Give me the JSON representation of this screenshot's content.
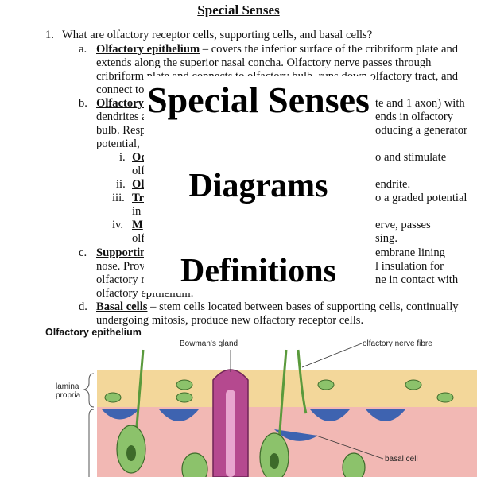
{
  "document": {
    "title": "Special Senses",
    "q1": {
      "num": "1.",
      "text": "What are olfactory receptor cells, supporting cells, and basal cells?"
    },
    "a": {
      "marker": "a.",
      "term": "Olfactory epithelium",
      "l1": " – covers the inferior surface of the cribriform plate and",
      "l2": "extends along the superior nasal concha. Olfactory nerve passes through",
      "l3": "cribriform plate and connects to olfactory bulb, runs down olfactory tract, and",
      "l4": "connect to"
    },
    "b": {
      "marker": "b.",
      "term": "Olfactory",
      "l1r": "te and 1 axon) with",
      "l2": "dendrites a",
      "l2r": "ends in olfactory",
      "l3": "bulb. Resp",
      "l3r": "oducing a generator",
      "l4": "potential,"
    },
    "sub": {
      "i_marker": "i.",
      "i_term": "Od",
      "i_r": "o and stimulate",
      "i_l2": "olf",
      "ii_marker": "ii.",
      "ii_term": "Ol",
      "ii_r": "endrite.",
      "iii_marker": "iii.",
      "iii_term": "Tr",
      "iii_r": "o a graded potential",
      "iii_l2": "in",
      "iv_marker": "iv.",
      "iv_term": "M",
      "iv_r": "erve, passes",
      "iv_l2": "olf",
      "iv_l2r": "sing."
    },
    "c": {
      "marker": "c.",
      "term": "Supportin",
      "l1r": "embrane lining",
      "l2": "nose. Prov",
      "l2r": "l insulation for",
      "l3": "olfactory r",
      "l3r": "ne in contact with",
      "l4": "olfactory epithelium."
    },
    "d": {
      "marker": "d.",
      "term": "Basal cells",
      "l1": " – stem cells located between bases of supporting cells, continually",
      "l2": "undergoing mitosis, produce new olfactory receptor cells."
    }
  },
  "overlay": {
    "line1": "Special Senses",
    "line2": "Diagrams",
    "line3": "Definitions"
  },
  "figure": {
    "title": "Olfactory epithelium",
    "labels": {
      "bowmans_gland": "Bowman's gland",
      "nerve_fibre": "olfactory nerve fibre",
      "lamina_propria": "lamina\npropria",
      "basal_cell": "basal cell"
    }
  },
  "colors": {
    "lamina": "#f3d79a",
    "epithelium": "#f2b8b4",
    "supporting_cell": "#3e63b0",
    "receptor_cell": "#8cc26b",
    "gland": "#b5498f"
  }
}
